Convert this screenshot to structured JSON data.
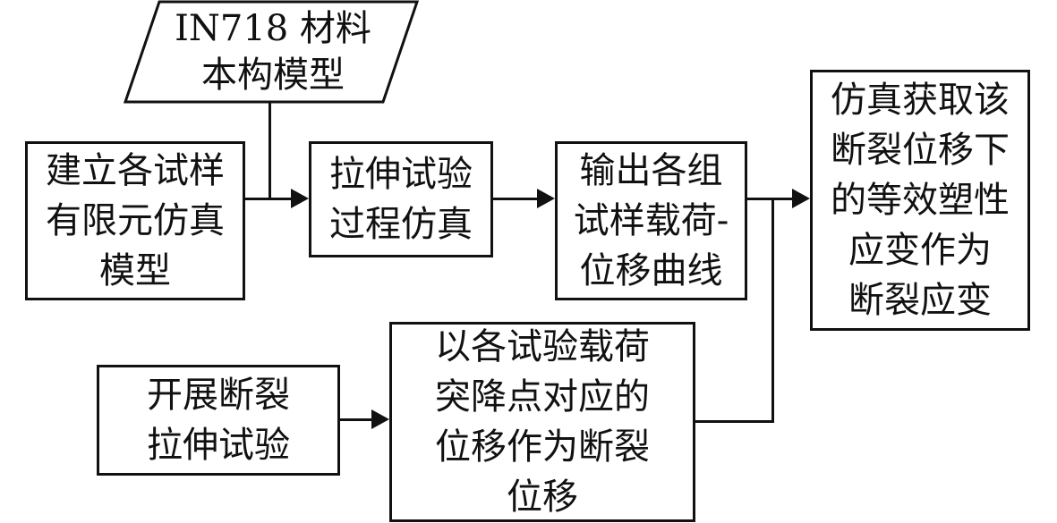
{
  "diagram": {
    "material_model": {
      "line1": "IN718 材料",
      "line2": "本构模型"
    },
    "build_model": {
      "line1": "建立各试样",
      "line2": "有限元仿真",
      "line3": "模型"
    },
    "tensile_sim": {
      "line1": "拉伸试验",
      "line2": "过程仿真"
    },
    "output_curve": {
      "line1": "输出各组",
      "line2": "试样载荷-",
      "line3": "位移曲线"
    },
    "result": {
      "line1": "仿真获取该",
      "line2": "断裂位移下",
      "line3": "的等效塑性",
      "line4": "应变作为",
      "line5": "断裂应变"
    },
    "fracture_test": {
      "line1": "开展断裂",
      "line2": "拉伸试验"
    },
    "fracture_disp": {
      "line1": "以各试验载荷",
      "line2": "突降点对应的",
      "line3": "位移作为断裂",
      "line4": "位移"
    }
  }
}
